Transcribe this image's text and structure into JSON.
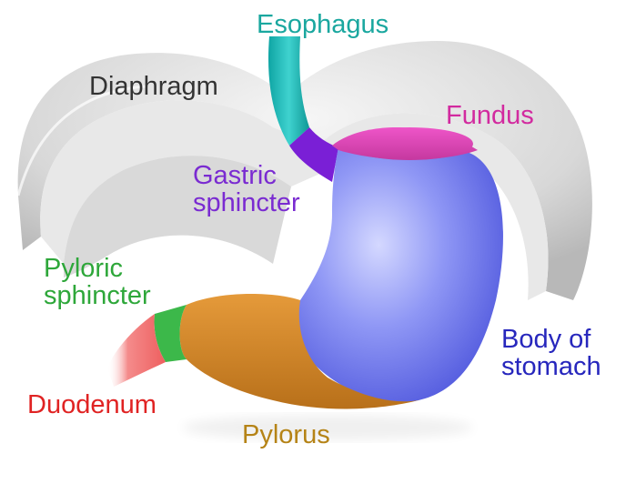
{
  "labels": {
    "esophagus": "Esophagus",
    "diaphragm": "Diaphragm",
    "fundus": "Fundus",
    "gastric_sphincter": [
      "Gastric",
      "sphincter"
    ],
    "pyloric_sphincter": [
      "Pyloric",
      "sphincter"
    ],
    "body_of_stomach": [
      "Body of",
      "stomach"
    ],
    "duodenum": "Duodenum",
    "pylorus": "Pylorus"
  },
  "colors": {
    "esophagus": "#1fb8b4",
    "diaphragm": "#cccccc",
    "fundus": "#dd44bb",
    "gastric_sphincter": "#7a1fd6",
    "pyloric_sphincter": "#3cb84a",
    "body_of_stomach": "#6f78f0",
    "duodenum": "#f06a6a",
    "pylorus": "#d98a24"
  },
  "label_colors": {
    "esophagus": "#1aa79f",
    "diaphragm": "#333333",
    "fundus": "#d22a9f",
    "gastric_sphincter": "#7a2bd1",
    "pyloric_sphincter": "#2ea73a",
    "body_of_stomach": "#2727bd",
    "duodenum": "#e02323",
    "pylorus": "#b58316"
  }
}
